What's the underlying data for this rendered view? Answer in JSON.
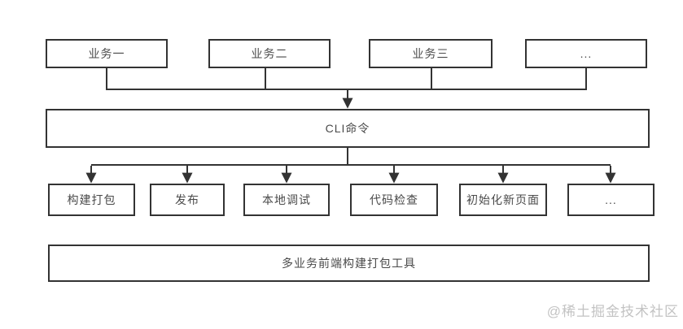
{
  "diagram": {
    "businesses": [
      {
        "label": "业务一"
      },
      {
        "label": "业务二"
      },
      {
        "label": "业务三"
      },
      {
        "label": "..."
      }
    ],
    "cli": {
      "label": "CLI命令"
    },
    "commands": [
      {
        "label": "构建打包"
      },
      {
        "label": "发布"
      },
      {
        "label": "本地调试"
      },
      {
        "label": "代码检查"
      },
      {
        "label": "初始化新页面"
      },
      {
        "label": "..."
      }
    ],
    "tool": {
      "label": "多业务前端构建打包工具"
    },
    "watermark": {
      "label": "@稀土掘金技术社区"
    },
    "colors": {
      "line": "#333333",
      "box_border": "#333333",
      "text": "#4a4a4a",
      "watermark": "#c3c3c3",
      "background": "#ffffff"
    }
  }
}
